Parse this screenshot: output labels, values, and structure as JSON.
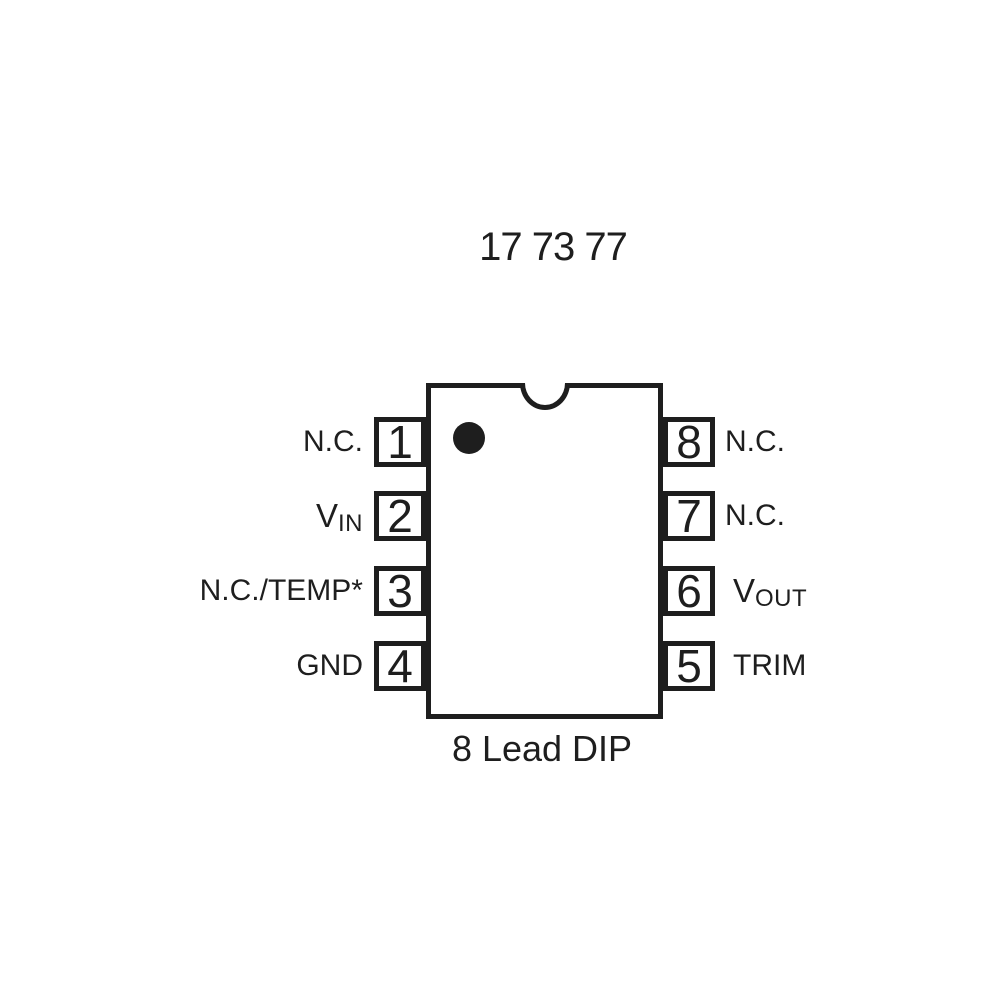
{
  "title": "17 73 77",
  "caption": "8 Lead DIP",
  "colors": {
    "ink": "#1e1e1e",
    "background": "#ffffff"
  },
  "pins": {
    "left": [
      {
        "number": "1",
        "base": "N.C.",
        "sub": ""
      },
      {
        "number": "2",
        "base": "V",
        "sub": "IN"
      },
      {
        "number": "3",
        "base": "N.C./TEMP*",
        "sub": ""
      },
      {
        "number": "4",
        "base": "GND",
        "sub": ""
      }
    ],
    "right": [
      {
        "number": "8",
        "base": "N.C.",
        "sub": ""
      },
      {
        "number": "7",
        "base": "N.C.",
        "sub": ""
      },
      {
        "number": "6",
        "base": "V",
        "sub": "OUT"
      },
      {
        "number": "5",
        "base": "TRIM",
        "sub": ""
      }
    ]
  }
}
